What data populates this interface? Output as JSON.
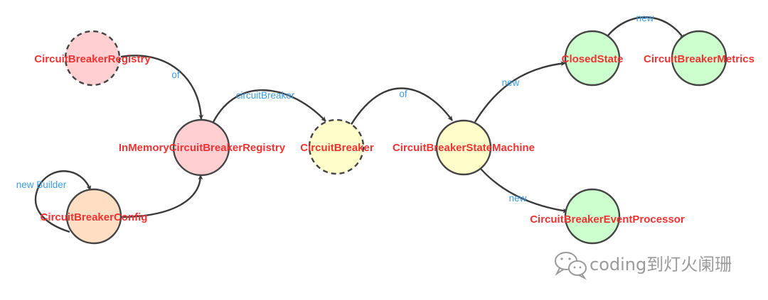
{
  "colors": {
    "pink": "#ffcfd2",
    "yellow": "#fffdc9",
    "green": "#cdfecd",
    "orange": "#ffdec4",
    "node_text": "#ee3333",
    "edge_text": "#3d9be0",
    "stroke": "#444444"
  },
  "nodes": [
    {
      "id": "registry",
      "label": "CircuitBreakerRegistry",
      "fill": "pink",
      "style": "dashed"
    },
    {
      "id": "inmemory",
      "label": "InMemoryCircuitBreakerRegistry",
      "fill": "pink",
      "style": "solid"
    },
    {
      "id": "config",
      "label": "CircuitBreakerConfig",
      "fill": "orange",
      "style": "solid"
    },
    {
      "id": "breaker",
      "label": "CircuitBreaker",
      "fill": "yellow",
      "style": "dashed"
    },
    {
      "id": "statemachine",
      "label": "CircuitBreakerStateMachine",
      "fill": "yellow",
      "style": "solid"
    },
    {
      "id": "closed",
      "label": "ClosedState",
      "fill": "green",
      "style": "solid"
    },
    {
      "id": "metrics",
      "label": "CircuitBreakerMetrics",
      "fill": "green",
      "style": "solid"
    },
    {
      "id": "eventproc",
      "label": "CircuitBreakerEventProcessor",
      "fill": "green",
      "style": "solid"
    }
  ],
  "edges": [
    {
      "id": "registry-inmemory",
      "from": "registry",
      "to": "inmemory",
      "label": "of"
    },
    {
      "id": "inmemory-breaker",
      "from": "inmemory",
      "to": "breaker",
      "label": "circuitBreaker"
    },
    {
      "id": "breaker-statemachine",
      "from": "breaker",
      "to": "statemachine",
      "label": "of"
    },
    {
      "id": "statemachine-closed",
      "from": "statemachine",
      "to": "closed",
      "label": "new"
    },
    {
      "id": "closed-metrics",
      "from": "closed",
      "to": "metrics",
      "label": "new"
    },
    {
      "id": "statemachine-eventproc",
      "from": "statemachine",
      "to": "eventproc",
      "label": "new"
    },
    {
      "id": "config-inmemory",
      "from": "config",
      "to": "inmemory",
      "label": ""
    },
    {
      "id": "config-self",
      "from": "config",
      "to": "config",
      "label": "new Builder"
    }
  ],
  "watermark": {
    "icon": "wechat-icon",
    "text": "coding到灯火阑珊"
  }
}
